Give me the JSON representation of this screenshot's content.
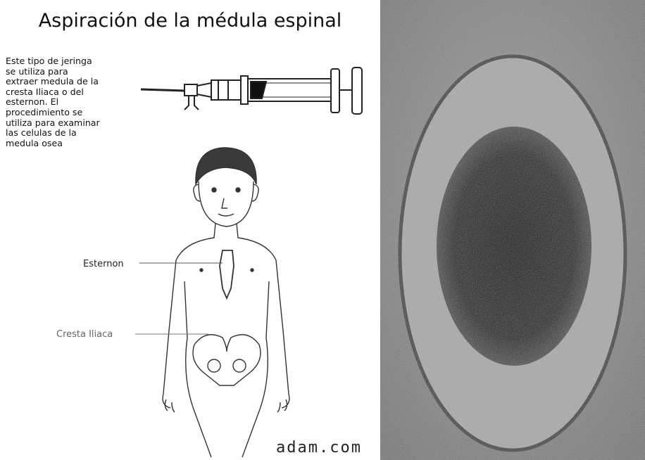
{
  "title": "Aspiración de la médula espinal",
  "description": "Este tipo de jeringa\nse utiliza para\nextraer medula de la\ncresta Iliaca o del\nesternon. El\nprocedimiento se\nutiliza para examinar\nlas celulas de la\nmedula osea",
  "labels": {
    "sternum": "Esternon",
    "iliac_crest": "Cresta Iliaca"
  },
  "credit": "adam.com",
  "colors": {
    "photo_background": "#8a8a8a",
    "cell_dark": "#1c1c1c",
    "line_art": "#333333"
  }
}
